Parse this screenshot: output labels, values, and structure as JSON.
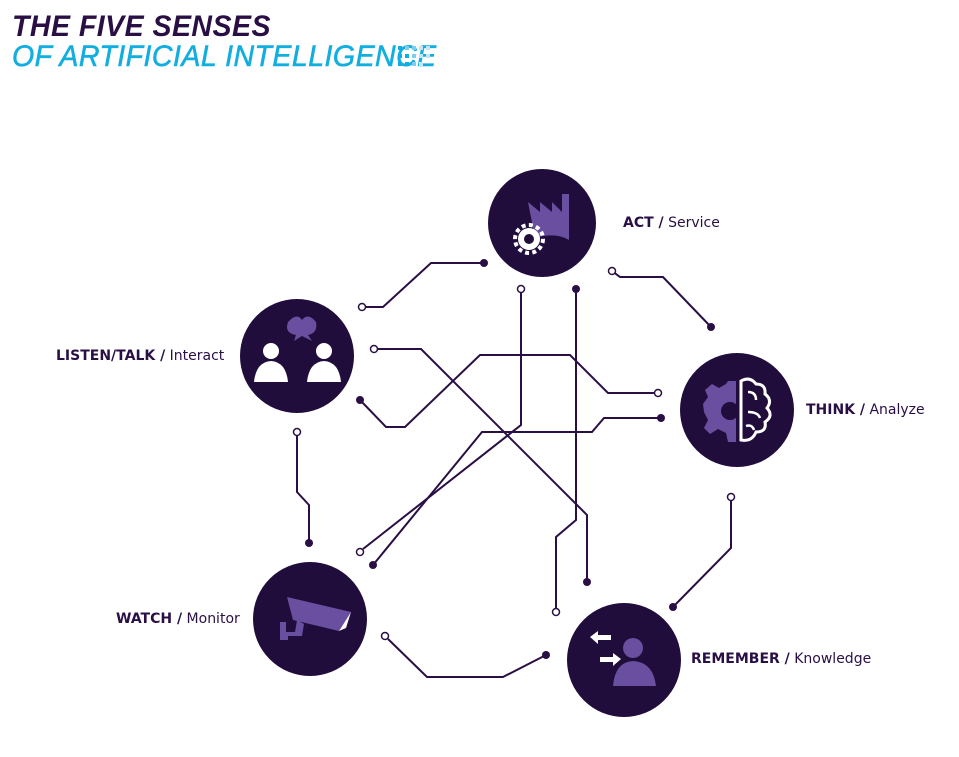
{
  "title": {
    "line1": "THE FIVE SENSES",
    "line2": "OF ARTIFICIAL INTELLIGENCE"
  },
  "colors": {
    "dark": "#200d3c",
    "accent": "#6a4ea0",
    "title_dark": "#2a0f45",
    "title_blue": "#12aee0"
  },
  "senses": [
    {
      "name": "ACT /",
      "desc": " Service",
      "icon": "factory-gear-icon"
    },
    {
      "name": "LISTEN/TALK /",
      "desc": " Interact",
      "icon": "people-talking-icon"
    },
    {
      "name": "THINK /",
      "desc": " Analyze",
      "icon": "gear-brain-icon"
    },
    {
      "name": "WATCH /",
      "desc": " Monitor",
      "icon": "camera-icon"
    },
    {
      "name": "REMEMBER /",
      "desc": " Knowledge",
      "icon": "user-sync-icon"
    }
  ]
}
